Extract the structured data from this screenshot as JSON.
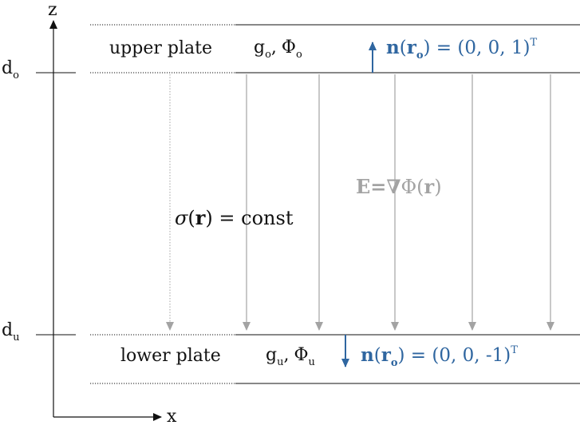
{
  "axes": {
    "z_label": "z",
    "x_label": "x",
    "d_upper": {
      "base": "d",
      "sub": "o"
    },
    "d_lower": {
      "base": "d",
      "sub": "u"
    }
  },
  "upper_plate": {
    "label": "upper plate",
    "g": {
      "base": "g",
      "sub": "o"
    },
    "sep": ",",
    "phi": {
      "base": "Φ",
      "sub": "o"
    },
    "normal": {
      "n": "n",
      "open": "(",
      "r": "r",
      "r_sub": "o",
      "close": ")",
      "rhs": " = (0, 0, 1)",
      "sup": "T"
    }
  },
  "lower_plate": {
    "label": "lower plate",
    "g": {
      "base": "g",
      "sub": "u"
    },
    "sep": ",",
    "phi": {
      "base": "Φ",
      "sub": "u"
    },
    "normal": {
      "n": "n",
      "open": "(",
      "r": "r",
      "r_sub": "o",
      "close": ")",
      "rhs": " = (0, 0, -1)",
      "sup": "T"
    }
  },
  "field": {
    "E": "E",
    "eq": "=",
    "nabla": "∇",
    "phi": "Φ",
    "open": "(",
    "r": "r",
    "close": ")"
  },
  "sigma": {
    "sigma": "σ",
    "open": "(",
    "r": "r",
    "close": ")",
    "rhs": " = const"
  },
  "colors": {
    "blue": "#2f66a0",
    "gray": "#a3a3a3",
    "black": "#111111"
  }
}
